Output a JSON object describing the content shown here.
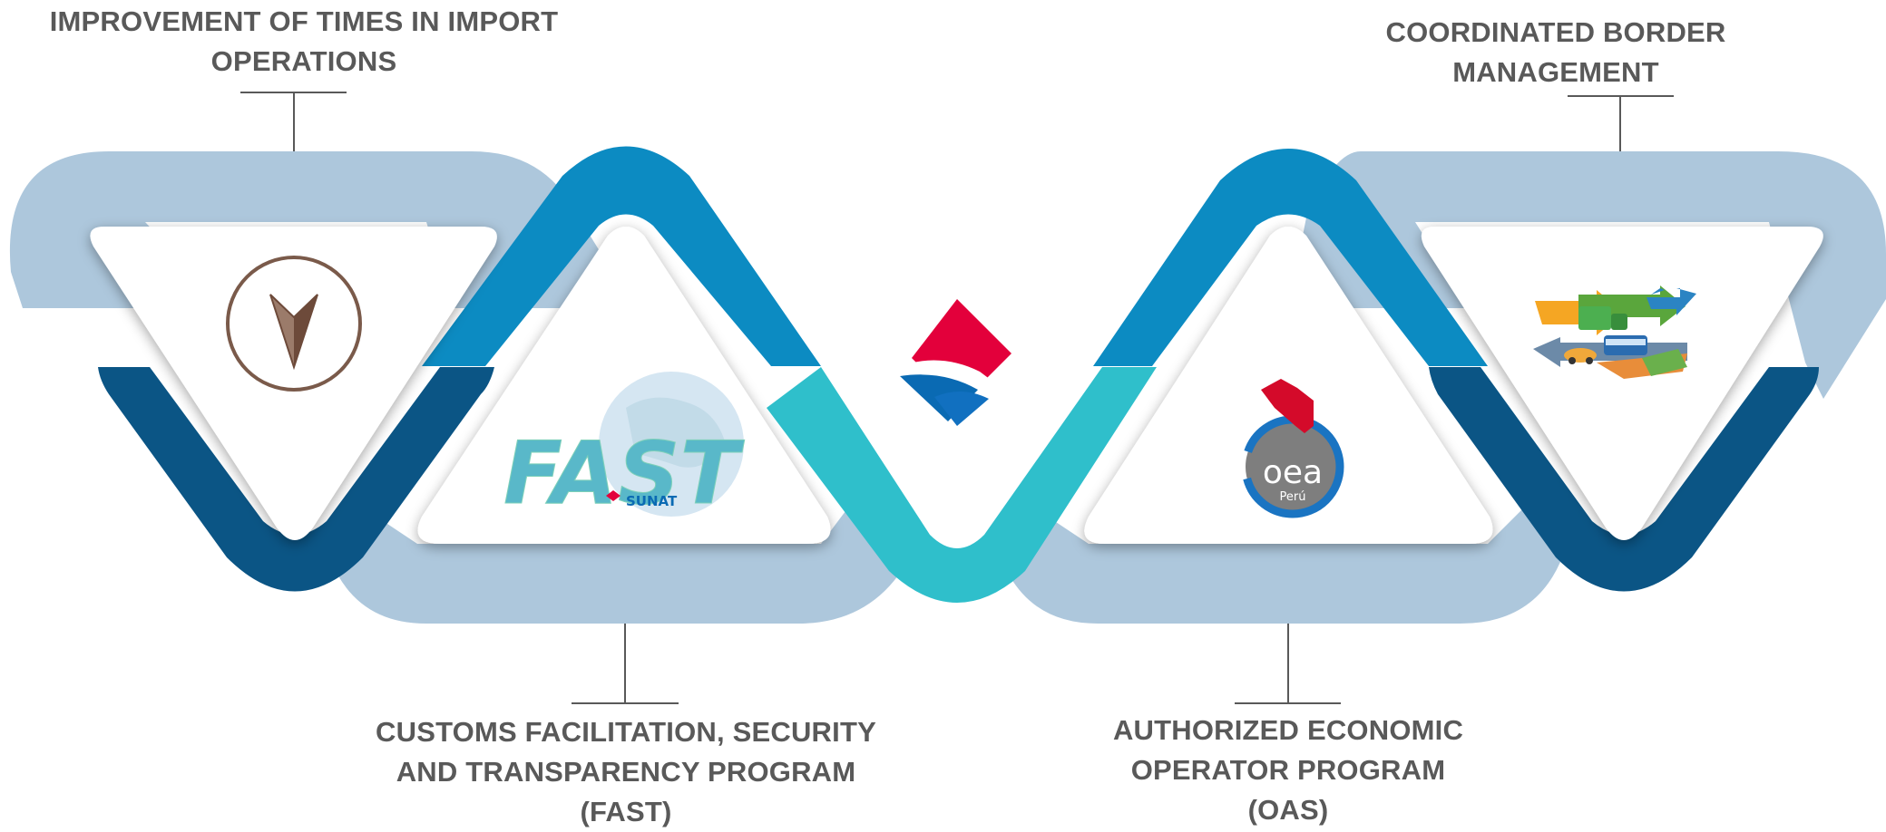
{
  "labels": {
    "top_left": [
      "IMPROVEMENT OF TIMES IN IMPORT",
      "OPERATIONS"
    ],
    "top_right": [
      "COORDINATED BORDER",
      "MANAGEMENT"
    ],
    "bottom_left": [
      "CUSTOMS FACILITATION, SECURITY",
      "AND TRANSPARENCY PROGRAM",
      "(FAST)"
    ],
    "bottom_right": [
      "AUTHORIZED ECONOMIC",
      "OPERATOR PROGRAM",
      "(OAS)"
    ]
  },
  "logos": {
    "fast": {
      "title": "FAST",
      "sub": "SUNAT"
    },
    "oea": {
      "title": "oea",
      "sub": "Perú"
    }
  },
  "colors": {
    "light_band": "#adc7dc",
    "mid_band": "#0c8bc2",
    "dark_band": "#0b5585",
    "teal_band": "#2fbfcb",
    "label_text": "#595959",
    "sunat_red": "#e3003b",
    "sunat_blue": "#0a6ab3"
  },
  "icons": [
    "compass-icon",
    "fast-logo",
    "sunat-logo",
    "oea-peru-logo",
    "border-logistics-icon"
  ]
}
